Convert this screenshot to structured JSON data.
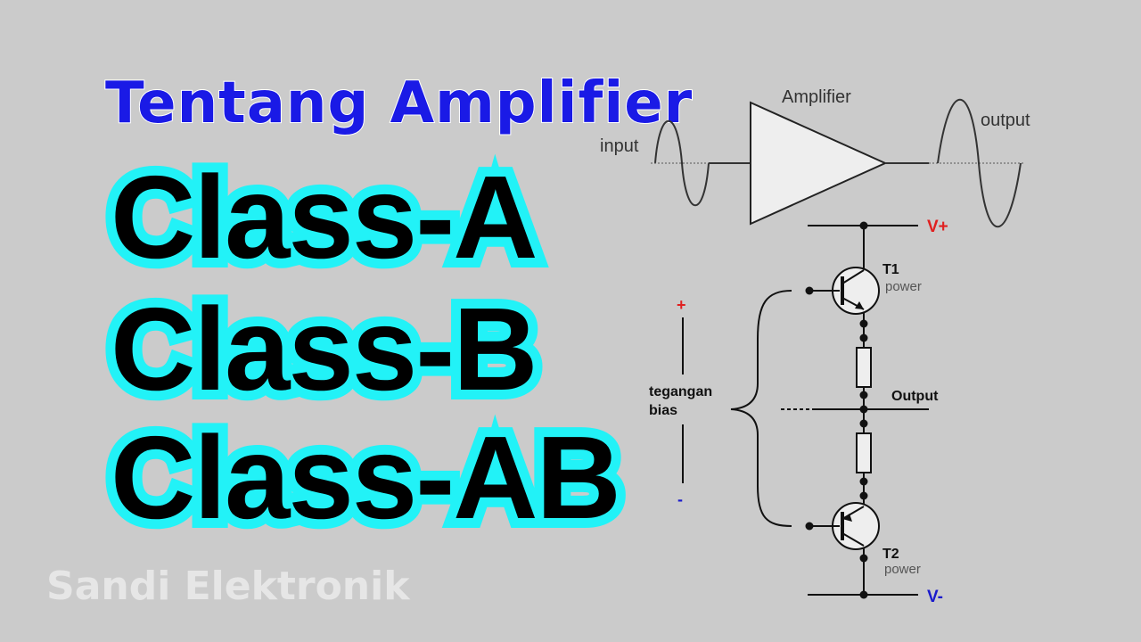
{
  "heading": "Tentang Amplifier",
  "classes": [
    "Class-A",
    "Class-B",
    "Class-AB"
  ],
  "watermark": "Sandi Elektronik",
  "amplifier_block": {
    "title": "Amplifier",
    "input_label": "input",
    "output_label": "output"
  },
  "push_pull_circuit": {
    "vplus": "V+",
    "vminus": "V-",
    "t1": "T1",
    "t1_role": "power",
    "t2": "T2",
    "t2_role": "power",
    "output": "Output",
    "bias_plus": "+",
    "bias_minus": "-",
    "bias_label_line1": "tegangan",
    "bias_label_line2": "bias"
  },
  "colors": {
    "background": "#cbcbcb",
    "heading": "#1a1ae6",
    "class_fill": "#000000",
    "class_outline": "#22f2f7",
    "vplus": "#e02020",
    "vminus": "#1a1acc"
  }
}
